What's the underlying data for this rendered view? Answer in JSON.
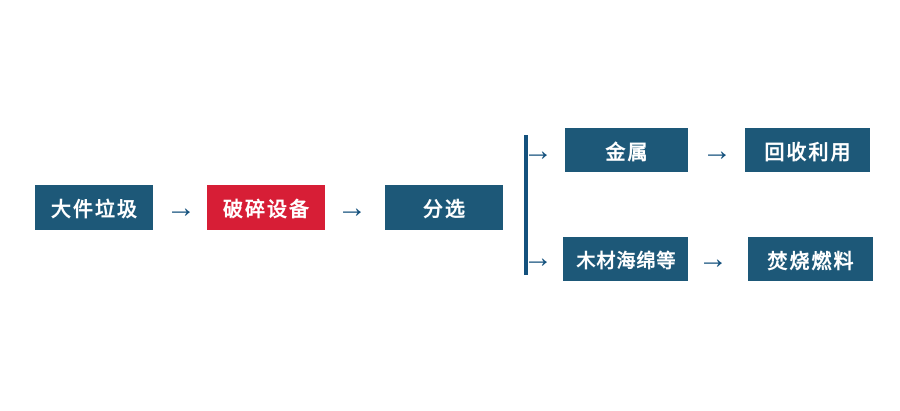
{
  "colors": {
    "box_blue": "#1d5878",
    "box_red": "#d71e36",
    "arrow_blue": "#14517d",
    "box_text": "#ffffff",
    "background": "#ffffff"
  },
  "glyphs": {
    "arrow_right": "→"
  },
  "nodes": {
    "bulky_waste": "大件垃圾",
    "crushing_equipment": "破碎设备",
    "sorting": "分选",
    "metal": "金属",
    "recycling": "回收利用",
    "wood_sponge": "木材海绵等",
    "incineration_fuel": "焚烧燃料"
  }
}
